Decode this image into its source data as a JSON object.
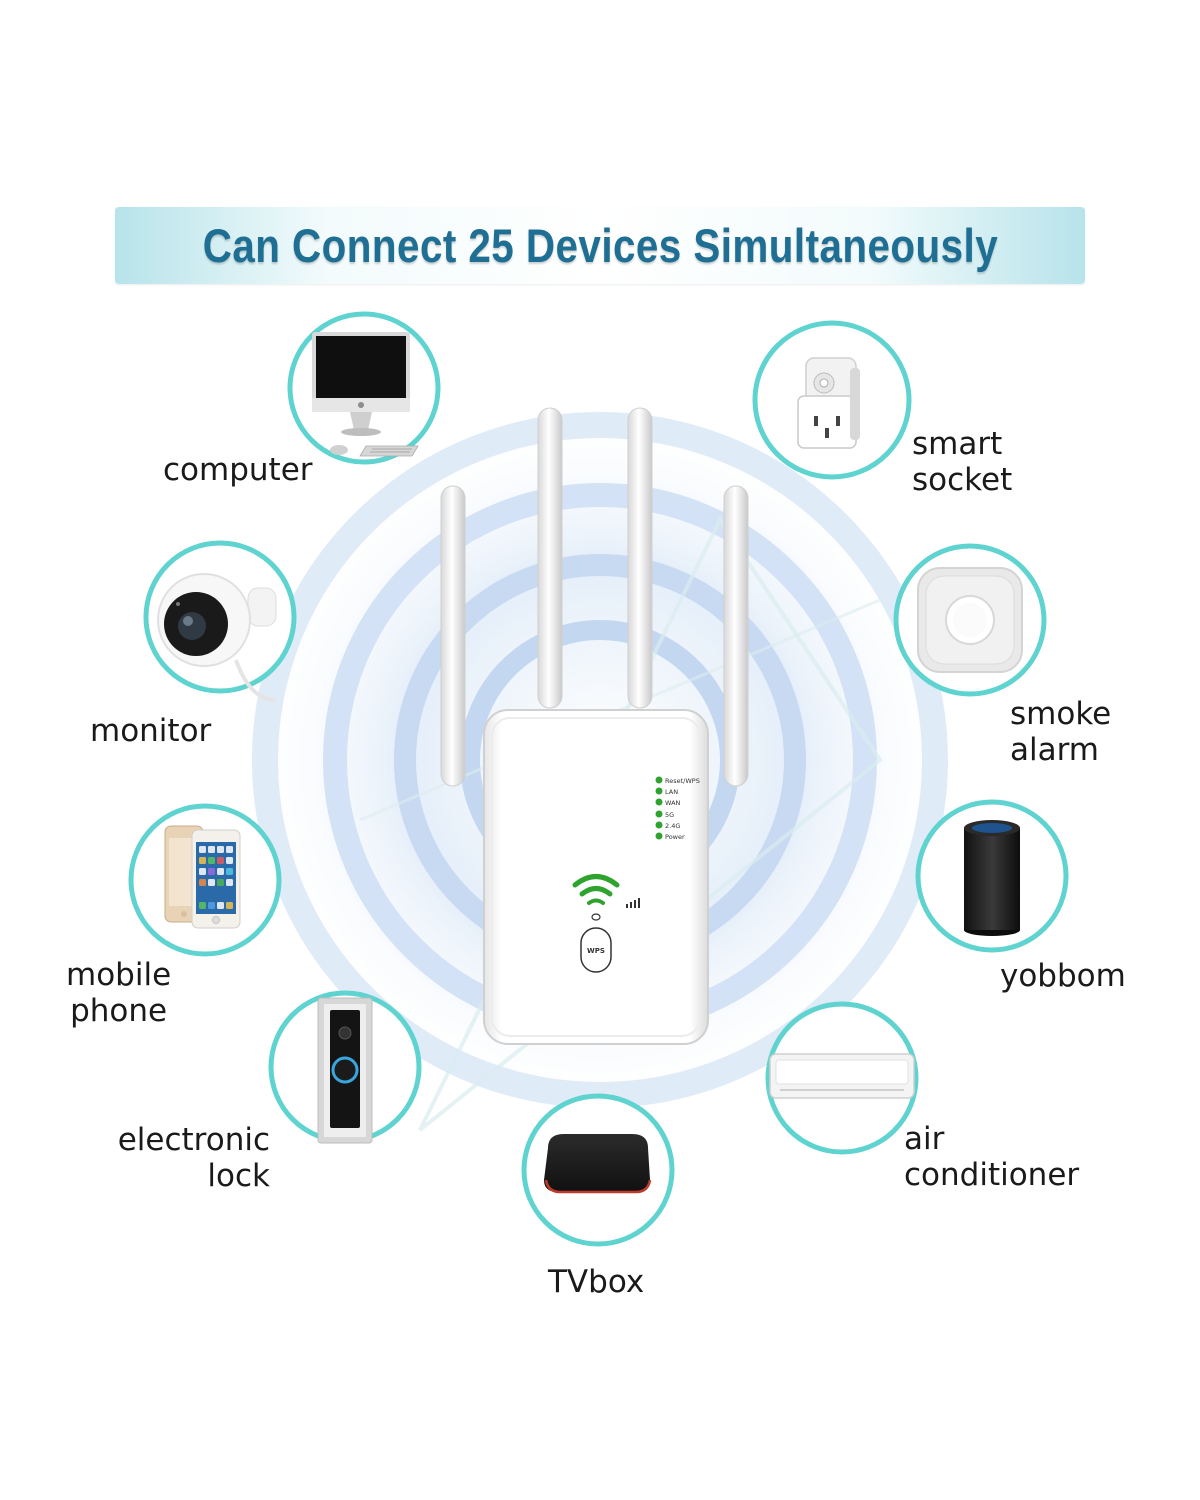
{
  "banner": {
    "title": "Can Connect 25 Devices Simultaneously"
  },
  "devices": {
    "computer": "computer",
    "smart_socket": "smart\nsocket",
    "monitor": "monitor",
    "smoke_alarm": "smoke\nalarm",
    "mobile_phone": "mobile\nphone",
    "yobbom": "yobbom",
    "electronic_lock": "electronic\nlock",
    "air_conditioner": "air\nconditioner",
    "tvbox": "TVbox"
  },
  "extender": {
    "leds": [
      "Reset/WPS",
      "LAN",
      "WAN",
      "5G",
      "2.4G",
      "Power"
    ],
    "wps_label": "WPS"
  },
  "colors": {
    "ring": "#5fd3cf",
    "title": "#1e6f93",
    "led": "#2ea32e",
    "wifi": "#2ea32e"
  },
  "icons": {
    "computer": "imac-icon",
    "smart_socket": "smart-plug-icon",
    "monitor": "security-camera-icon",
    "smoke_alarm": "smoke-detector-icon",
    "mobile_phone": "smartphones-icon",
    "yobbom": "smart-speaker-icon",
    "electronic_lock": "video-doorbell-icon",
    "air_conditioner": "air-conditioner-icon",
    "tvbox": "tv-box-icon"
  }
}
